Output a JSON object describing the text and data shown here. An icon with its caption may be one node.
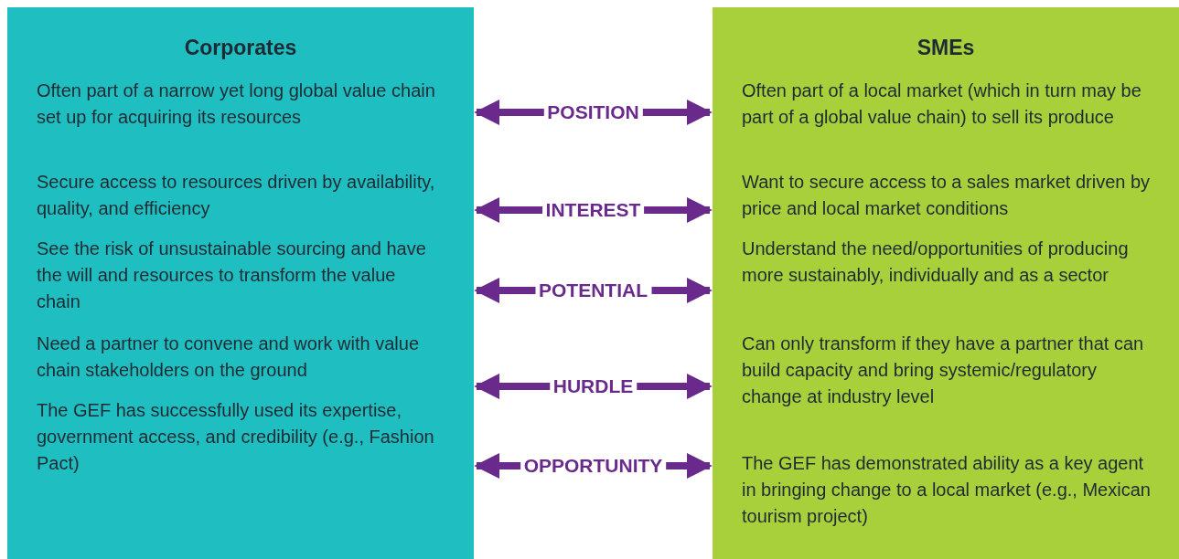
{
  "diagram": {
    "nodes": [
      {
        "text": [
          "Corporates",
          "Often part of a narrow yet long global value chain set up for acquiring its resources",
          "Secure access to resources driven by availability, quality, and efficiency",
          "See the risk of unsustainable sourcing and have the will and resources to transform the value chain",
          "Need a partner to convene and work with value chain stakeholders on the ground",
          "The GEF has successfully used its expertise, government access, and credibility (e.g., Fashion Pact)"
        ]
      },
      {
        "text": [
          "SMEs",
          "Often part of a local market (which in turn may be part of a global value chain) to sell its produce",
          "Want to secure access to a sales market driven by price and local market conditions",
          "Understand the need/opportunities of producing more sustainably, individually and as a sector",
          "Can only transform if they have a partner that can build capacity and bring systemic/regulatory change at industry level",
          "The GEF has demonstrated ability as a key agent in bringing change to a local market (e.g., Mexican tourism project)"
        ]
      }
    ],
    "edges": [
      {
        "from": 0,
        "to": 1,
        "arrow": "both",
        "label": "POSITION"
      },
      {
        "from": 0,
        "to": 1,
        "arrow": "both",
        "label": "INTEREST"
      },
      {
        "from": 0,
        "to": 1,
        "arrow": "both",
        "label": "POTENTIAL"
      },
      {
        "from": 0,
        "to": 1,
        "arrow": "both",
        "label": "HURDLE"
      },
      {
        "from": 0,
        "to": 1,
        "arrow": "both",
        "label": "OPPORTUNITY"
      }
    ]
  }
}
